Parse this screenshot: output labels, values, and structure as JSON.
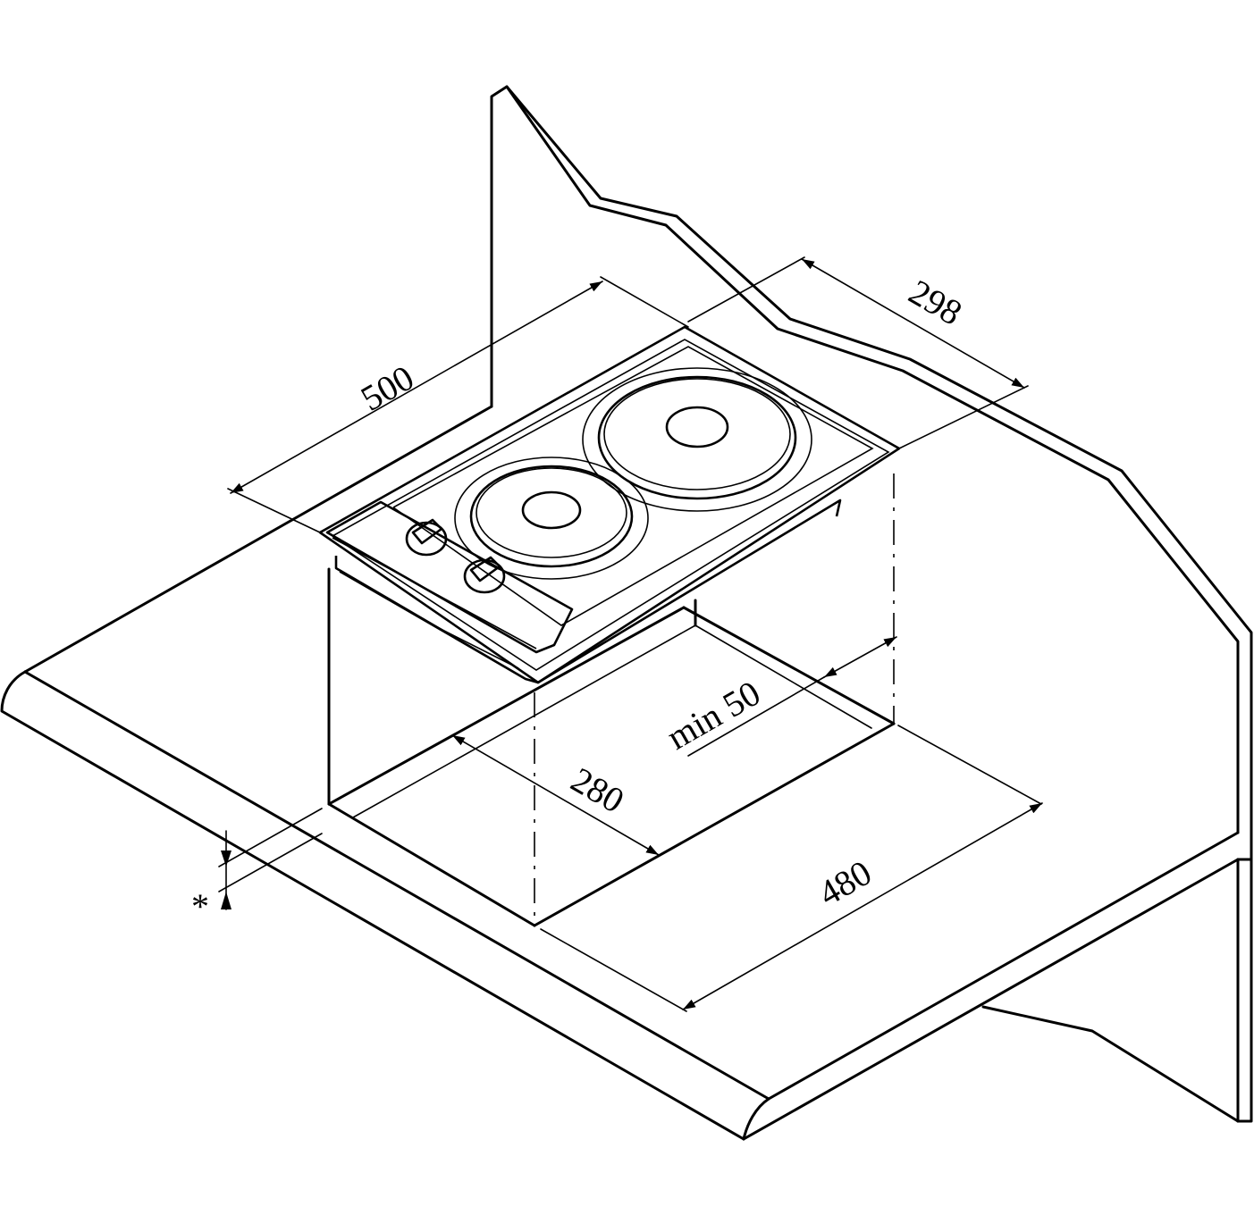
{
  "dimensions": {
    "hob_width": "500",
    "hob_depth": "298",
    "min_clearance": "min 50",
    "cutout_depth": "280",
    "cutout_width": "480",
    "worktop_note": "*"
  },
  "colors": {
    "line": "#000000",
    "background": "#ffffff"
  }
}
